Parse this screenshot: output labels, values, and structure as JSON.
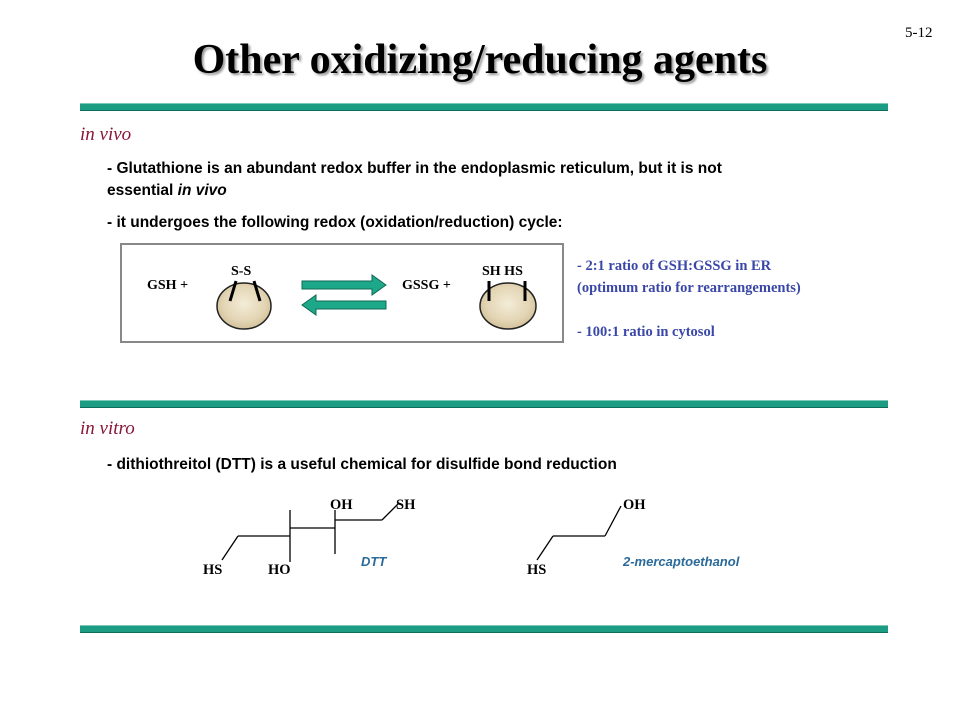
{
  "page_number": "5-12",
  "title": "Other oxidizing/reducing agents",
  "in_vivo": {
    "label": "in vivo",
    "bullet1_part1": "- Glutathione is an abundant redox buffer in the endoplasmic reticulum, but it is not",
    "bullet1_part2": "essential ",
    "bullet1_italic": "in vivo",
    "bullet2": "- it undergoes the following redox (oxidation/reduction) cycle:",
    "cycle": {
      "left_label": "GSH  +",
      "left_bond": "S-S",
      "right_label": "GSSG  +",
      "right_bond": "SH HS"
    },
    "notes": [
      "- 2:1 ratio of GSH:GSSG in ER",
      "(optimum ratio for rearrangements)",
      "- 100:1 ratio in cytosol"
    ]
  },
  "in_vitro": {
    "label": "in vitro",
    "bullet": "- dithiothreitol (DTT) is a useful chemical for disulfide bond reduction",
    "dtt": {
      "oh": "OH",
      "sh": "SH",
      "hs": "HS",
      "ho": "HO",
      "name": "DTT"
    },
    "me": {
      "oh": "OH",
      "hs": "HS",
      "name": "2-mercaptoethanol"
    }
  },
  "colors": {
    "divider": "#1d9c84",
    "section_label": "#8b1538",
    "note_text": "#3a47a8",
    "arrow_fill": "#1ea88a",
    "molecule_fill": "#e8dcc0"
  }
}
